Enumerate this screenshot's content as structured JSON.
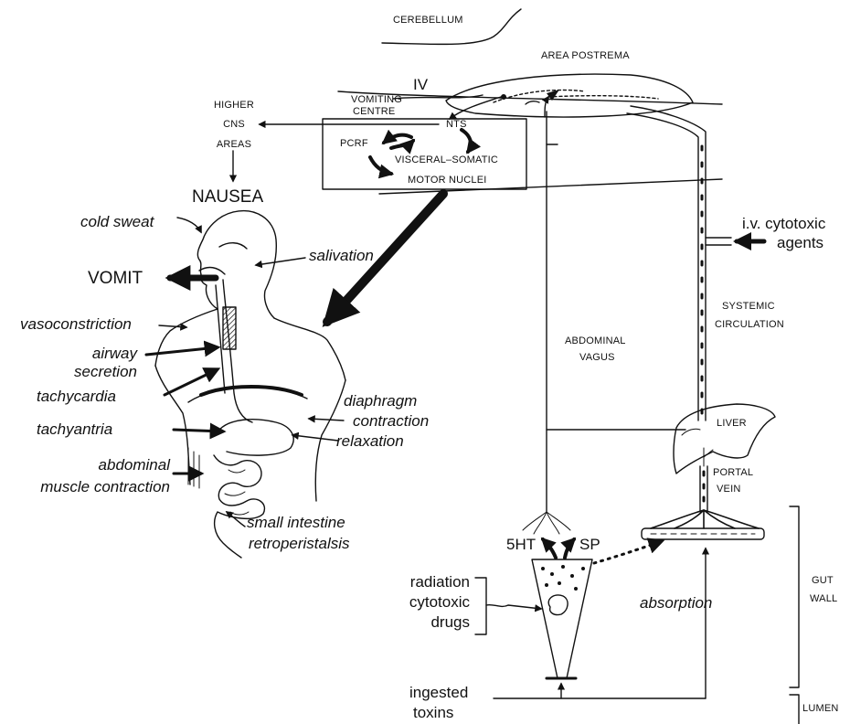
{
  "brain": {
    "cerebellum": "CEREBELLUM",
    "area_postrema": "AREA POSTREMA",
    "fourth_ventricle": "IV",
    "vomiting_centre": [
      "VOMITING",
      "CENTRE"
    ],
    "nts": "NTS",
    "pcrf": "PCRF",
    "visceral_somatic": "VISCERAL–SOMATIC",
    "motor_nuclei": "MOTOR NUCLEI",
    "higher_cns": [
      "HIGHER",
      "CNS",
      "AREAS"
    ]
  },
  "body": {
    "nausea": "NAUSEA",
    "vomit": "VOMIT",
    "left_labels": {
      "cold_sweat": "cold sweat",
      "vasoconstriction": "vasoconstriction",
      "airway_secretion": [
        "airway",
        "secretion"
      ],
      "tachycardia": "tachycardia",
      "tachyantria": "tachyantria",
      "abdominal_muscle": [
        "abdominal",
        "muscle contraction"
      ]
    },
    "right_labels": {
      "salivation": "salivation",
      "diaphragm": [
        "diaphragm",
        "contraction"
      ],
      "relaxation": "relaxation",
      "small_intestine": [
        "small intestine",
        "retroperistalsis"
      ]
    }
  },
  "pathways": {
    "abdominal_vagus": [
      "ABDOMINAL",
      "VAGUS"
    ],
    "systemic_circulation": [
      "SYSTEMIC",
      "CIRCULATION"
    ],
    "iv_agents": [
      "i.v. cytotoxic",
      "agents"
    ],
    "liver": "LIVER",
    "portal_vein": [
      "PORTAL",
      "VEIN"
    ]
  },
  "gut": {
    "serotonin": "5HT",
    "substance_p": "SP",
    "radiation": [
      "radiation",
      "cytotoxic",
      "drugs"
    ],
    "absorption": "absorption",
    "ingested": [
      "ingested",
      "toxins"
    ],
    "gut_wall": [
      "GUT",
      "WALL"
    ],
    "lumen": "LUMEN"
  },
  "colors": {
    "ink": "#111111",
    "background": "#ffffff"
  }
}
